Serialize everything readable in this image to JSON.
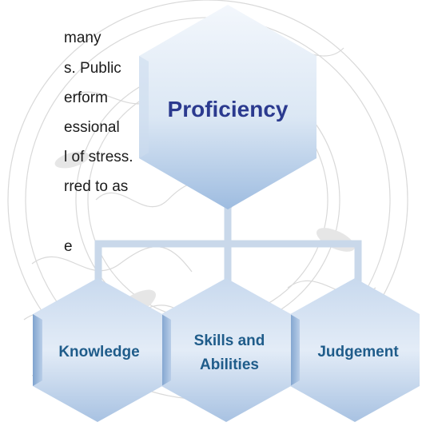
{
  "body_text": [
    "many",
    "s. Public",
    "erform",
    "essional",
    "l of stress.",
    "rred to as",
    "e"
  ],
  "root": {
    "label": "Proficiency"
  },
  "children": [
    {
      "label": "Knowledge",
      "lines": [
        "Knowledge"
      ]
    },
    {
      "label": "Skills and Abilities",
      "lines": [
        "Skills and",
        "Abilities"
      ]
    },
    {
      "label": "Judgement",
      "lines": [
        "Judgement"
      ]
    }
  ],
  "colors": {
    "label_root": "#2b3a8f",
    "label_child": "#1f5c8a",
    "hex_light": "#e4edf7",
    "hex_mid": "#b8cde6",
    "hex_dark": "#8fb0d6",
    "connector": "#c9d8ea",
    "watermark": "#d6d6d6"
  }
}
